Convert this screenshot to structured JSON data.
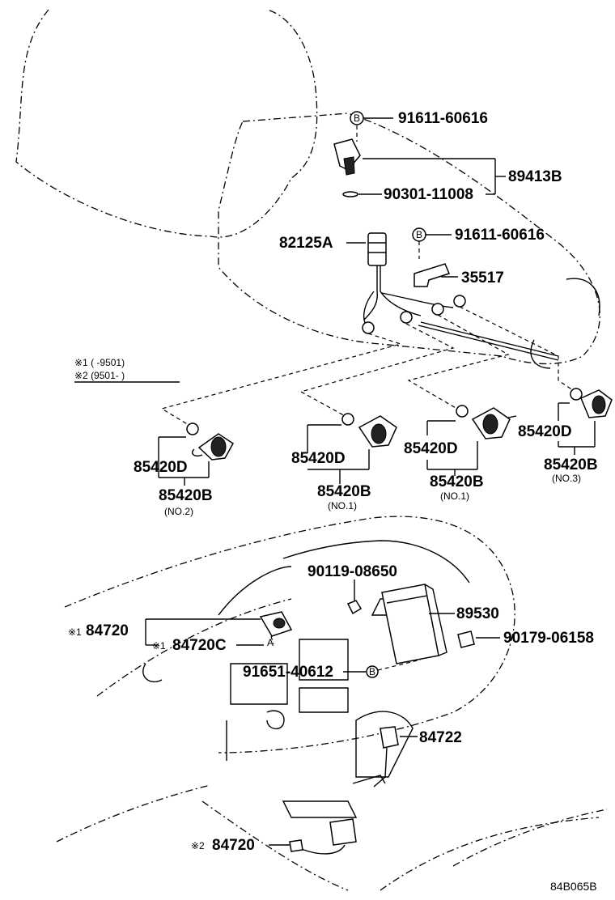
{
  "labels": {
    "p91611_60616_top": "91611-60616",
    "p89413B": "89413B",
    "p90301_11008": "90301-11008",
    "p82125A": "82125A",
    "p91611_60616_mid": "91611-60616",
    "p35517": "35517",
    "note1": "※1 (    -9501)",
    "note2": "※2 (9501-   )",
    "p85420D_1": "85420D",
    "p85420B_1": "85420B",
    "no2": "(NO.2)",
    "p85420D_2": "85420D",
    "p85420B_2": "85420B",
    "no1_a": "(NO.1)",
    "p85420D_3": "85420D",
    "p85420B_3": "85420B",
    "no1_b": "(NO.1)",
    "p85420D_4": "85420D",
    "p85420B_4": "85420B",
    "no3": "(NO.3)",
    "p90119_08650": "90119-08650",
    "p89530": "89530",
    "p84720_a": "84720",
    "p84720C": "84720C",
    "mark1_a": "※1",
    "mark1_b": "※1",
    "letterA": "A",
    "p90179_06158": "90179-06158",
    "p91651_40612": "91651-40612",
    "p84722": "84722",
    "mark2": "※2",
    "p84720_b": "84720",
    "bolt_B1": "B",
    "bolt_B2": "B",
    "bolt_B3": "B",
    "code": "84B065B"
  }
}
